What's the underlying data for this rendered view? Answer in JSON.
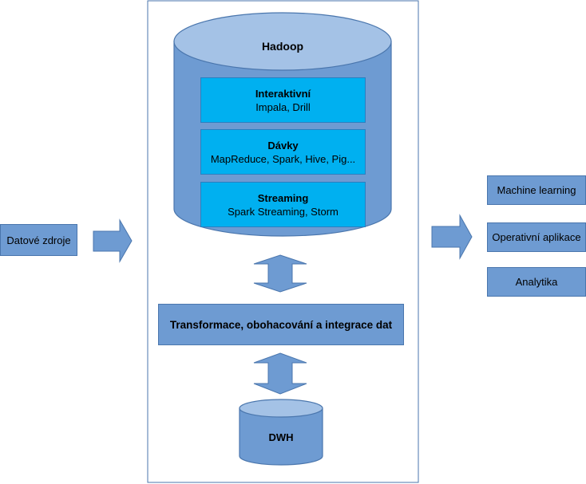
{
  "source": {
    "label": "Datové zdroje"
  },
  "hadoop": {
    "title": "Hadoop",
    "layers": [
      {
        "title": "Interaktivní",
        "subtitle": "Impala, Drill"
      },
      {
        "title": "Dávky",
        "subtitle": "MapReduce, Spark, Hive, Pig..."
      },
      {
        "title": "Streaming",
        "subtitle": "Spark Streaming, Storm"
      }
    ]
  },
  "transform": {
    "label": "Transformace, obohacování a integrace dat"
  },
  "dwh": {
    "label": "DWH"
  },
  "outputs": [
    {
      "label": "Machine learning"
    },
    {
      "label": "Operativní aplikace"
    },
    {
      "label": "Analytika"
    }
  ],
  "colors": {
    "fill_blue": "#6e9bd2",
    "fill_light": "#a4c2e6",
    "stroke_blue": "#4a76ad",
    "fill_cyan": "#00b0f0",
    "frame": "#4a76ad"
  }
}
